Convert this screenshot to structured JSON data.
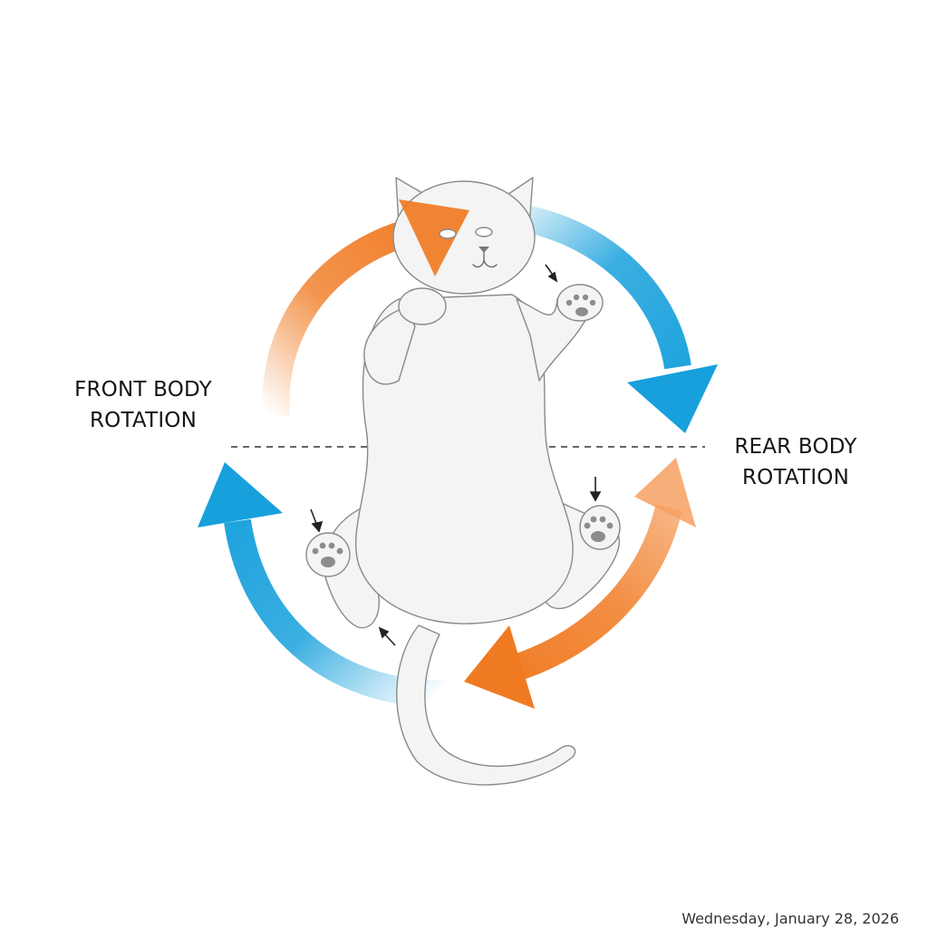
{
  "labels": {
    "front": [
      "FRONT BODY",
      "ROTATION"
    ],
    "rear": [
      "REAR BODY",
      "ROTATION"
    ]
  },
  "footer": {
    "date": "Wednesday, January 28, 2026"
  },
  "colors": {
    "orange": "#f07a22",
    "blue": "#17a0dc",
    "cat_fill": "#f4f4f4",
    "cat_stroke": "#8a8a8a",
    "paw_pad": "#8c8c8c",
    "divider": "#333333"
  },
  "icons": [
    "orange-rotation-arrow",
    "blue-rotation-arrow",
    "cat-illustration",
    "paw-icon",
    "motion-arrow-icon"
  ]
}
